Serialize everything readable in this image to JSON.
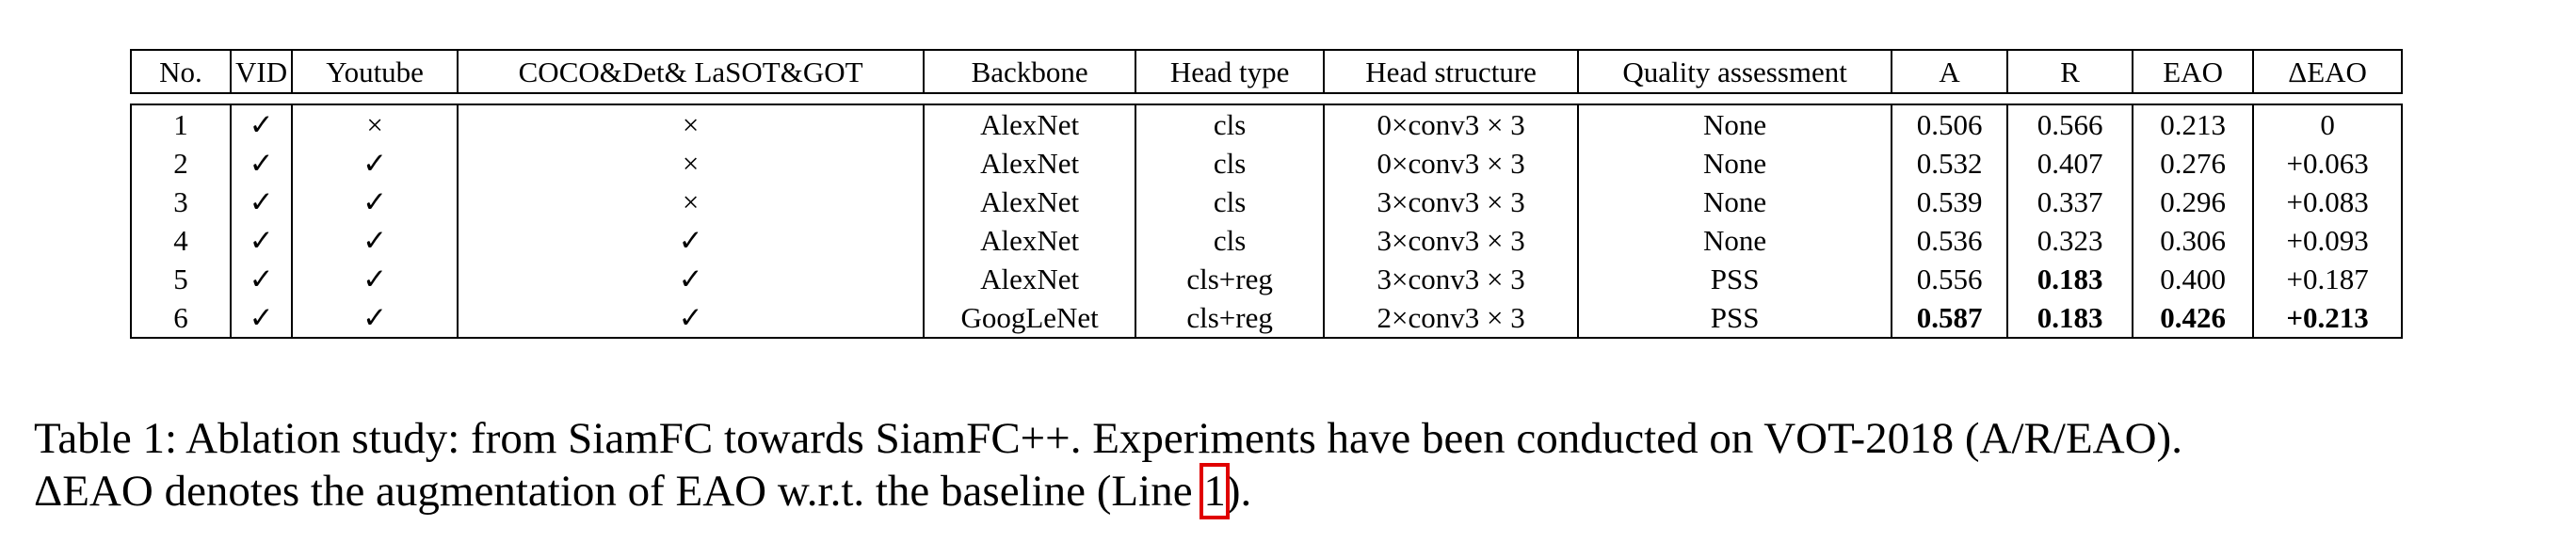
{
  "table": {
    "headers": [
      "No.",
      "VID",
      "Youtube",
      "COCO&Det& LaSOT&GOT",
      "Backbone",
      "Head type",
      "Head structure",
      "Quality assessment",
      "A",
      "R",
      "EAO",
      "ΔEAO"
    ],
    "rows": [
      [
        "1",
        "✓",
        "×",
        "×",
        "AlexNet",
        "cls",
        "0×conv3 × 3",
        "None",
        "0.506",
        "0.566",
        "0.213",
        "0"
      ],
      [
        "2",
        "✓",
        "✓",
        "×",
        "AlexNet",
        "cls",
        "0×conv3 × 3",
        "None",
        "0.532",
        "0.407",
        "0.276",
        "+0.063"
      ],
      [
        "3",
        "✓",
        "✓",
        "×",
        "AlexNet",
        "cls",
        "3×conv3 × 3",
        "None",
        "0.539",
        "0.337",
        "0.296",
        "+0.083"
      ],
      [
        "4",
        "✓",
        "✓",
        "✓",
        "AlexNet",
        "cls",
        "3×conv3 × 3",
        "None",
        "0.536",
        "0.323",
        "0.306",
        "+0.093"
      ],
      [
        "5",
        "✓",
        "✓",
        "✓",
        "AlexNet",
        "cls+reg",
        "3×conv3 × 3",
        "PSS",
        "0.556",
        "0.183",
        "0.400",
        "+0.187"
      ],
      [
        "6",
        "✓",
        "✓",
        "✓",
        "GoogLeNet",
        "cls+reg",
        "2×conv3 × 3",
        "PSS",
        "0.587",
        "0.183",
        "0.426",
        "+0.213"
      ]
    ],
    "bold_cells": [
      [
        4,
        9
      ],
      [
        5,
        8
      ],
      [
        5,
        9
      ],
      [
        5,
        10
      ],
      [
        5,
        11
      ]
    ]
  },
  "caption": {
    "line1": "Table 1: Ablation study: from SiamFC towards SiamFC++. Experiments have been conducted on VOT-2018 (A/R/EAO).",
    "line2_before": "ΔEAO denotes the augmentation of EAO w.r.t. the baseline (Line ",
    "line2_ref": "1",
    "line2_after": ").",
    "highlight_color": "#e00000"
  }
}
